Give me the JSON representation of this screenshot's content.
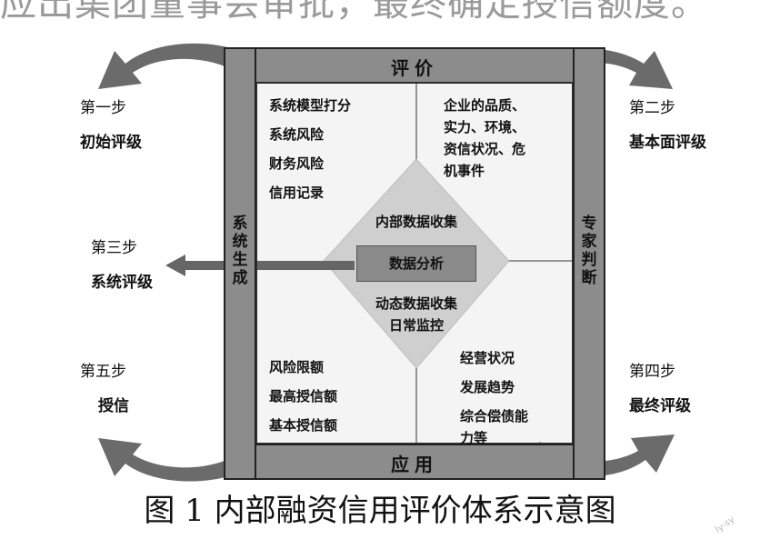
{
  "top_text": "应出集团董事会审批，最终确定授信额度。",
  "frame": {
    "top": "评价",
    "bottom": "应用",
    "left": "系统生成",
    "right": "专家判断"
  },
  "steps": {
    "step1": {
      "label": "第一步",
      "title": "初始评级"
    },
    "step2": {
      "label": "第二步",
      "title": "基本面评级"
    },
    "step3": {
      "label": "第三步",
      "title": "系统评级"
    },
    "step4": {
      "label": "第四步",
      "title": "最终评级"
    },
    "step5": {
      "label": "第五步",
      "title": "授信"
    }
  },
  "quadrants": {
    "top_left": [
      "系统模型打分",
      "系统风险",
      "财务风险",
      "信用记录"
    ],
    "top_right": [
      "企业的品质、",
      "实力、环境、",
      "资信状况、危",
      "机事件"
    ],
    "bottom_left": [
      "风险限额",
      "最高授信额",
      "基本授信额"
    ],
    "bottom_right": [
      "经营状况",
      "发展趋势",
      "综合偿债能",
      "力等"
    ]
  },
  "center": {
    "upper": "内部数据收集",
    "box": "数据分析",
    "lower1": "动态数据收集",
    "lower2": "日常监控"
  },
  "caption": "图 1    内部融资信用评价体系示意图",
  "watermark": "ly-sy",
  "colors": {
    "frame_gray": "#8c8c8c",
    "diamond_gray": "#cfcfcf",
    "box_gray": "#8a8a8a",
    "arrow_gray": "#6b6b6b"
  }
}
